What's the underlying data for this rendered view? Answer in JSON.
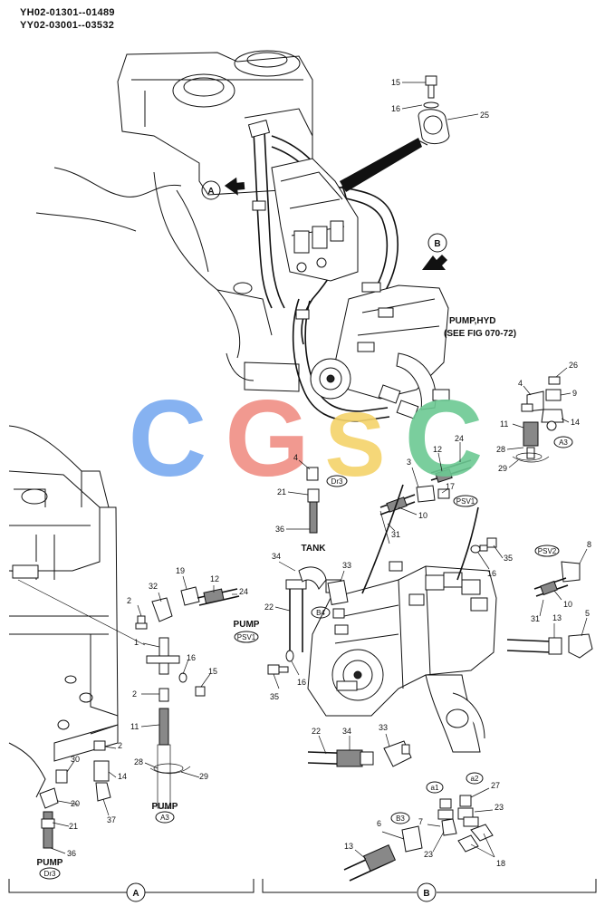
{
  "header": {
    "serial_1": "YH02-01301--01489",
    "serial_2": "YY02-03001--03532"
  },
  "watermark": {
    "letters": [
      "C",
      "G",
      "S",
      "C"
    ],
    "colors": [
      "#7aaaf0",
      "#f08e84",
      "#f5d36a",
      "#6cc993"
    ]
  },
  "view_markers": {
    "a": "A",
    "b": "B"
  },
  "labels": {
    "pump_hyd": "PUMP,HYD",
    "see_fig": "(SEE FIG 070-72)",
    "tank": "TANK",
    "pump_psv1": "PUMP",
    "pump_a3": "PUMP",
    "pump_dr3": "PUMP"
  },
  "tags": {
    "dr3_top": "Dr3",
    "psv1_top": "PSV1",
    "a3_top": "A3",
    "psv2": "PSV2",
    "b4": "B4",
    "a1": "a1",
    "a2": "a2",
    "b3": "B3",
    "psv1_left": "PSV1",
    "a3_left": "A3",
    "dr3_left": "Dr3"
  },
  "part_numbers": {
    "p15": "15",
    "p16": "16",
    "p25": "25",
    "p26": "26",
    "p4r": "4",
    "p9": "9",
    "p14r": "14",
    "p11r": "11",
    "p28r": "28",
    "p29r": "29",
    "p4c": "4",
    "p3": "3",
    "p12c": "12",
    "p24c": "24",
    "p17": "17",
    "p21c": "21",
    "p36c": "36",
    "p10c": "10",
    "p31c": "31",
    "p34": "34",
    "p33": "33",
    "p22": "22",
    "p35a": "35",
    "p16b": "16",
    "p35b": "35",
    "p16c": "16",
    "p8": "8",
    "p10r": "10",
    "p31r": "31",
    "p13r": "13",
    "p5": "5",
    "p22b": "22",
    "p34b": "34",
    "p33b": "33",
    "p27": "27",
    "p23a": "23",
    "p7": "7",
    "p6": "6",
    "p23b": "23",
    "p18": "18",
    "p13b": "13",
    "p32": "32",
    "p19": "19",
    "p12l": "12",
    "p24l": "24",
    "p2a": "2",
    "p1": "1",
    "p16l": "16",
    "p15l": "15",
    "p2b": "2",
    "p11l": "11",
    "p28l": "28",
    "p29l": "29",
    "p2c": "2",
    "p30": "30",
    "p14l": "14",
    "p20": "20",
    "p37": "37",
    "p21l": "21",
    "p36l": "36"
  },
  "section_labels": {
    "a": "A",
    "b": "B"
  }
}
